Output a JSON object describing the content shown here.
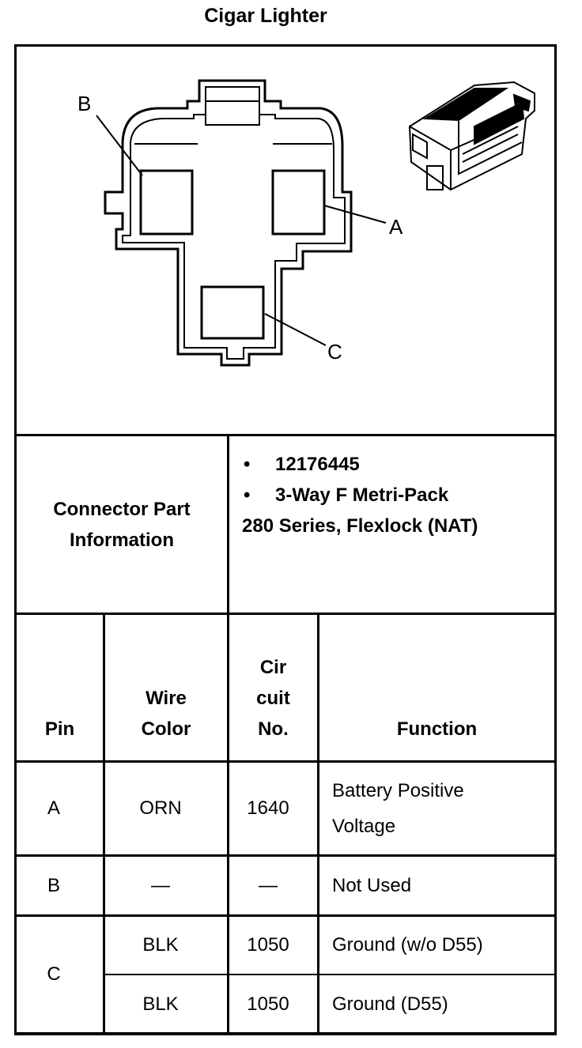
{
  "title": "Cigar Lighter",
  "diagram": {
    "pin_labels": [
      "A",
      "B",
      "C"
    ]
  },
  "connector_part": {
    "label": "Connector Part Information",
    "bullet_char": "•",
    "part_number": "12176445",
    "description_line1": "3-Way F Metri-Pack",
    "description_line2": "280 Series, Flexlock (NAT)"
  },
  "table": {
    "headers": {
      "pin": "Pin",
      "wire_color": "Wire Color",
      "circuit_no": "Cir cuit No.",
      "function": "Function"
    },
    "rows": [
      {
        "pin": "A",
        "wire_color": "ORN",
        "circuit_no": "1640",
        "function": "Battery Positive Voltage"
      },
      {
        "pin": "B",
        "wire_color": "—",
        "circuit_no": "—",
        "function": "Not Used"
      },
      {
        "pin": "C",
        "wire_color": "BLK",
        "circuit_no": "1050",
        "function": "Ground (w/o D55)"
      },
      {
        "pin": "",
        "wire_color": "BLK",
        "circuit_no": "1050",
        "function": "Ground (D55)"
      }
    ]
  }
}
